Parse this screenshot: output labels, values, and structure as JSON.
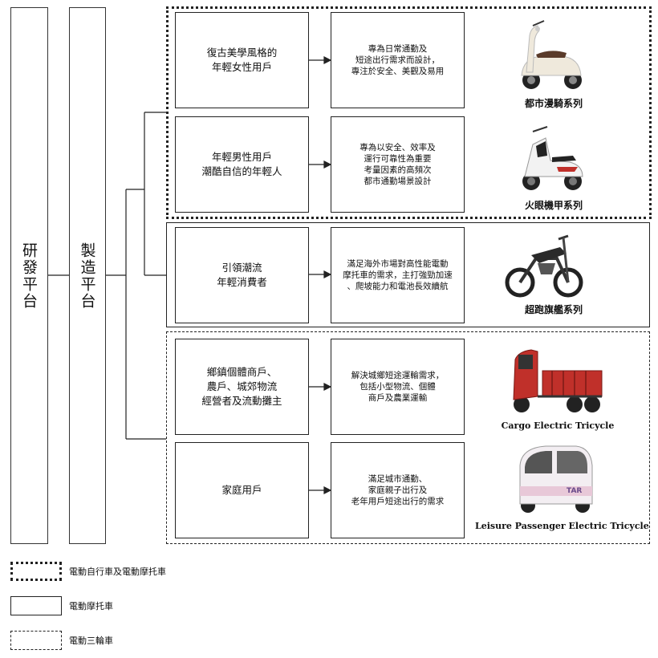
{
  "platforms": {
    "rd": "研發平台",
    "manufacturing": "製造平台"
  },
  "rows": [
    {
      "segment": "復古美學風格的\n年輕女性用戶",
      "description": "專為日常通勤及\n短途出行需求而設計，\n專注於安全、美觀及易用",
      "series": "都市漫騎系列",
      "icon": "retro-scooter-icon"
    },
    {
      "segment": "年輕男性用戶\n潮酷自信的年輕人",
      "description": "專為以安全、效率及\n運行可靠性為重要\n考量因素的高頻次\n都市通勤場景設計",
      "series": "火眼機甲系列",
      "icon": "mecha-scooter-icon"
    },
    {
      "segment": "引領潮流\n年輕消費者",
      "description": "滿足海外市場對高性能電動\n摩托車的需求，主打強勁加速\n、爬坡能力和電池長效續航",
      "series": "超跑旗艦系列",
      "icon": "dirt-bike-icon"
    },
    {
      "segment": "鄉鎮個體商戶、\n農戶、城郊物流\n經營者及流動攤主",
      "description": "解決城鄉短途運輸需求，\n包括小型物流、個體\n商戶及農業運輸",
      "series": "Cargo Electric Tricycle",
      "icon": "cargo-tricycle-icon"
    },
    {
      "segment": "家庭用戶",
      "description": "滿足城市通勤、\n家庭親子出行及\n老年用戶短途出行的需求",
      "series": "Leisure Passenger Electric Tricycle",
      "icon": "passenger-tricycle-icon"
    }
  ],
  "legend": {
    "dotted": "電動自行車及電動摩托車",
    "solid": "電動摩托車",
    "dashed": "電動三輪車"
  },
  "colors": {
    "line": "#222222",
    "cargo_red": "#c0302a",
    "passenger_pink": "#e8c8d8"
  }
}
